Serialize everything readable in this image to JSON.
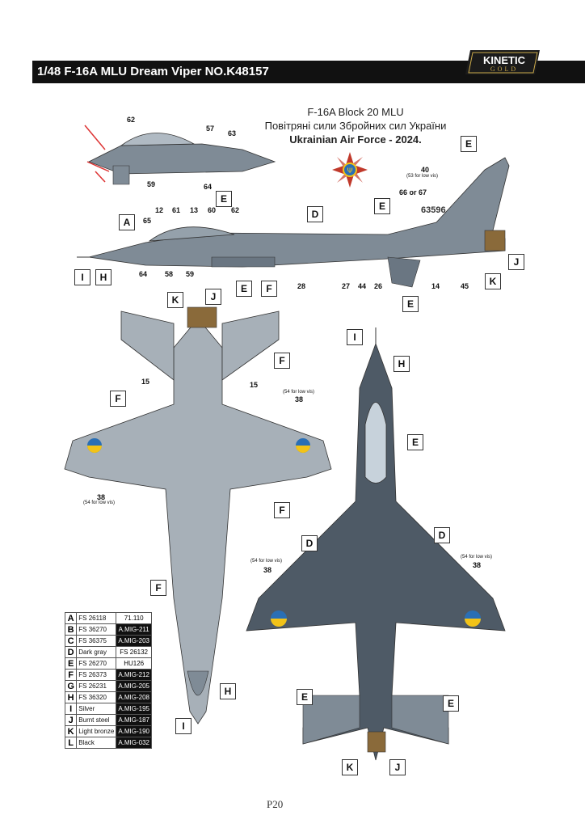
{
  "header": {
    "title": "1/48 F-16A MLU Dream Viper NO.K48157"
  },
  "logo": {
    "top": "KINETIC",
    "bottom": "GOLD"
  },
  "caption": {
    "line1": "F-16A Block 20 MLU",
    "line2": "Повітряні сили Збройних сил України",
    "line3": "Ukrainian Air Force - 2024."
  },
  "markings": {
    "serial": "63596",
    "n62": "62",
    "n57": "57",
    "n63": "63",
    "n59": "59",
    "n64": "64",
    "n40": "40",
    "n40_note": "(53 for low vis)",
    "n66_67": "66 or 67",
    "n12": "12",
    "n61": "61",
    "n13": "13",
    "n60": "60",
    "n62b": "62",
    "n65": "65",
    "n64b": "64",
    "n58": "58",
    "n59b": "59",
    "n28": "28",
    "n27": "27",
    "n44": "44",
    "n26": "26",
    "n14": "14",
    "n45": "45",
    "n15a": "15",
    "n15b": "15",
    "n38a": "38",
    "n38a_note": "(54 for low vis)",
    "n38b": "38",
    "n38b_note": "(54 for low vis)",
    "n38c": "38",
    "n38c_note": "(54 for low vis)",
    "n38d": "38",
    "n38d_note": "(54 for low vis)"
  },
  "callouts": {
    "E1": "E",
    "A": "A",
    "D1": "D",
    "E2": "E",
    "E3": "E",
    "J1": "J",
    "K1": "K",
    "I1": "I",
    "H1": "H",
    "E4": "E",
    "F1": "F",
    "K2": "K",
    "J2": "J",
    "F2": "F",
    "F3": "F",
    "F4": "F",
    "F5": "F",
    "I2": "I",
    "H2": "H",
    "E5": "E",
    "D2": "D",
    "D3": "D",
    "H3": "H",
    "I3": "I",
    "E6": "E",
    "E7": "E",
    "K3": "K",
    "J3": "J"
  },
  "legend": [
    {
      "key": "A",
      "fs": "FS 26118",
      "code": "71.110",
      "dark": false
    },
    {
      "key": "B",
      "fs": "FS 36270",
      "code": "A.MIG-211",
      "dark": true
    },
    {
      "key": "C",
      "fs": "FS 36375",
      "code": "A.MIG-203",
      "dark": true
    },
    {
      "key": "D",
      "fs": "Dark gray",
      "code": "FS 26132",
      "dark": false
    },
    {
      "key": "E",
      "fs": "FS 26270",
      "code": "HU126",
      "dark": false
    },
    {
      "key": "F",
      "fs": "FS 26373",
      "code": "A.MIG-212",
      "dark": true
    },
    {
      "key": "G",
      "fs": "FS 26231",
      "code": "A.MIG-205",
      "dark": true
    },
    {
      "key": "H",
      "fs": "FS 36320",
      "code": "A.MIG-208",
      "dark": true
    },
    {
      "key": "I",
      "fs": "Silver",
      "code": "A.MIG-195",
      "dark": true
    },
    {
      "key": "J",
      "fs": "Burnt steel",
      "code": "A.MIG-187",
      "dark": true
    },
    {
      "key": "K",
      "fs": "Light bronze",
      "code": "A.MIG-190",
      "dark": true
    },
    {
      "key": "L",
      "fs": "Black",
      "code": "A.MIG-032",
      "dark": true
    }
  ],
  "page_number": "P20",
  "colors": {
    "dark_gray": "#4e5a66",
    "medium_gray": "#7f8b96",
    "light_gray": "#a7b0b8",
    "roundel_blue": "#2a6fb5",
    "roundel_yellow": "#f2c318"
  }
}
